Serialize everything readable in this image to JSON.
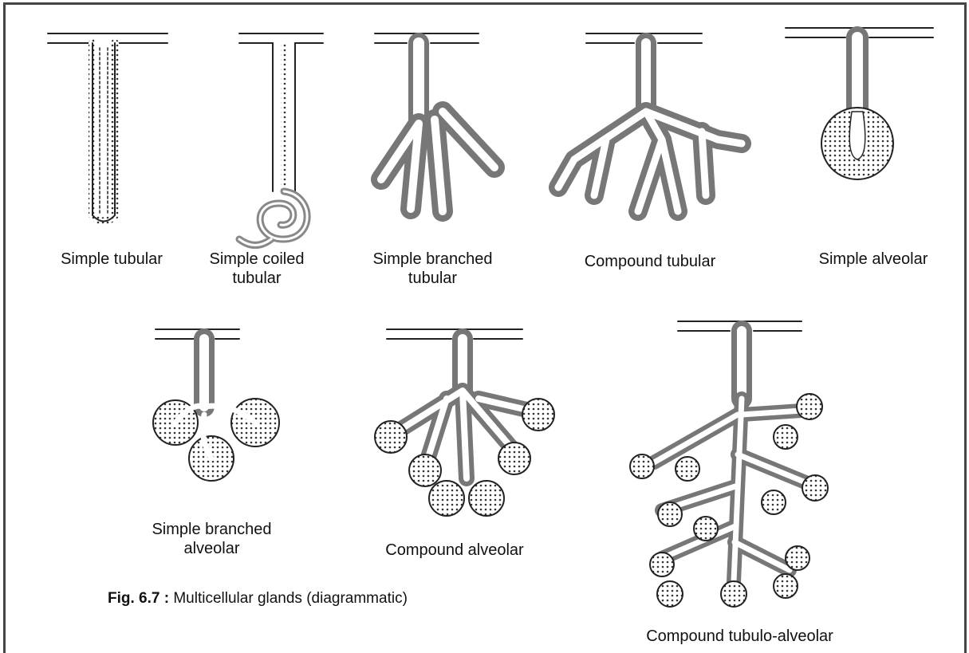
{
  "labels": {
    "simple_tubular": "Simple tubular",
    "simple_coiled_tubular": [
      "Simple coiled",
      "tubular"
    ],
    "simple_branched_tubular": [
      "Simple branched",
      "tubular"
    ],
    "compound_tubular": "Compound tubular",
    "simple_alveolar": "Simple alveolar",
    "simple_branched_alveolar": [
      "Simple branched",
      "alveolar"
    ],
    "compound_alveolar": "Compound alveolar",
    "compound_tubulo_alveolar": "Compound tubulo-alveolar"
  },
  "caption": {
    "prefix": "Fig. 6.7 :",
    "text": " Multicellular glands (diagrammatic)"
  },
  "colors": {
    "ink": "#222222",
    "border": "#444444",
    "fill": "#d9d9d9"
  }
}
